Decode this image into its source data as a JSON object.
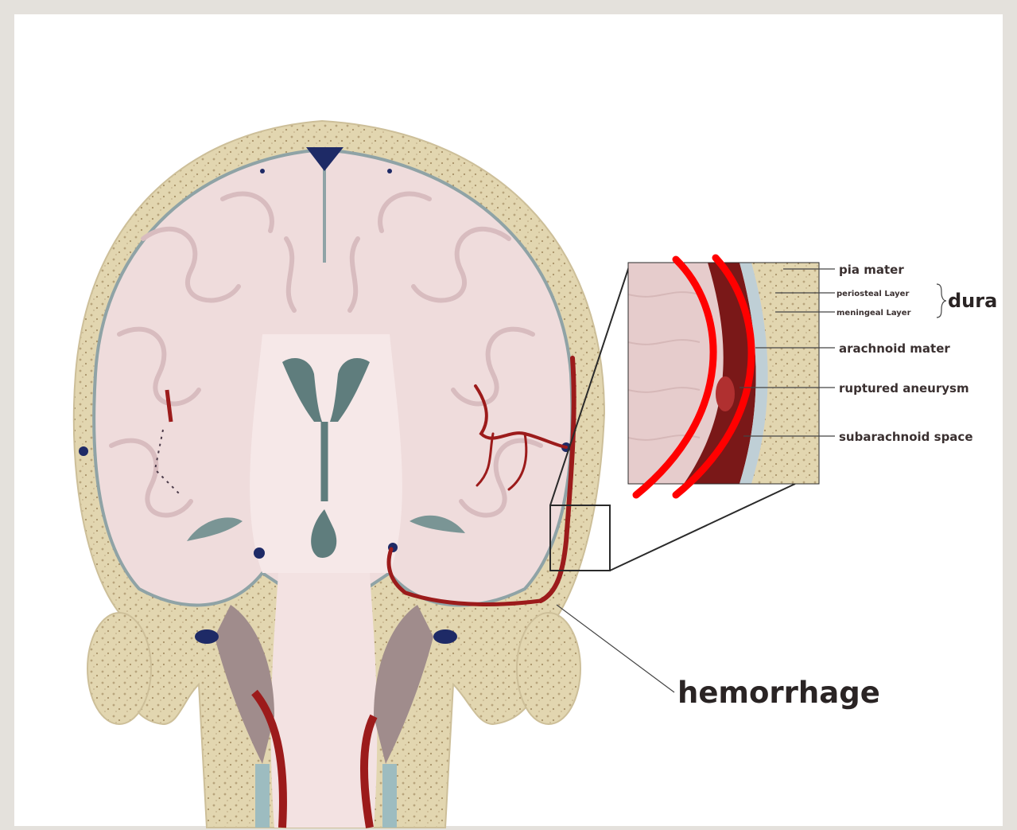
{
  "labels": {
    "pia_mater": "pia mater",
    "periosteal_layer": "periosteal Layer",
    "meningeal_layer": "meningeal Layer",
    "dura": "dura",
    "arachnoid_mater": "arachnoid mater",
    "ruptured_aneurysm": "ruptured aneurysm",
    "subarachnoid_space": "subarachnoid space",
    "hemorrhage": "hemorrhage"
  },
  "colors": {
    "frame_border": "#e4e1dc",
    "skull": "#e2d6b0",
    "skull_dots": "#b8a47c",
    "brain": "#efdcdc",
    "brain_fold": "#d8bcbf",
    "inner_brain": "#f6e8e8",
    "ventricle": "#5f7d7d",
    "sinus": "#1e2a66",
    "blood": "#9c1b1b",
    "highlight_arc": "#ff0000",
    "muscle": "#a08c8c",
    "leader_line": "#333333"
  }
}
